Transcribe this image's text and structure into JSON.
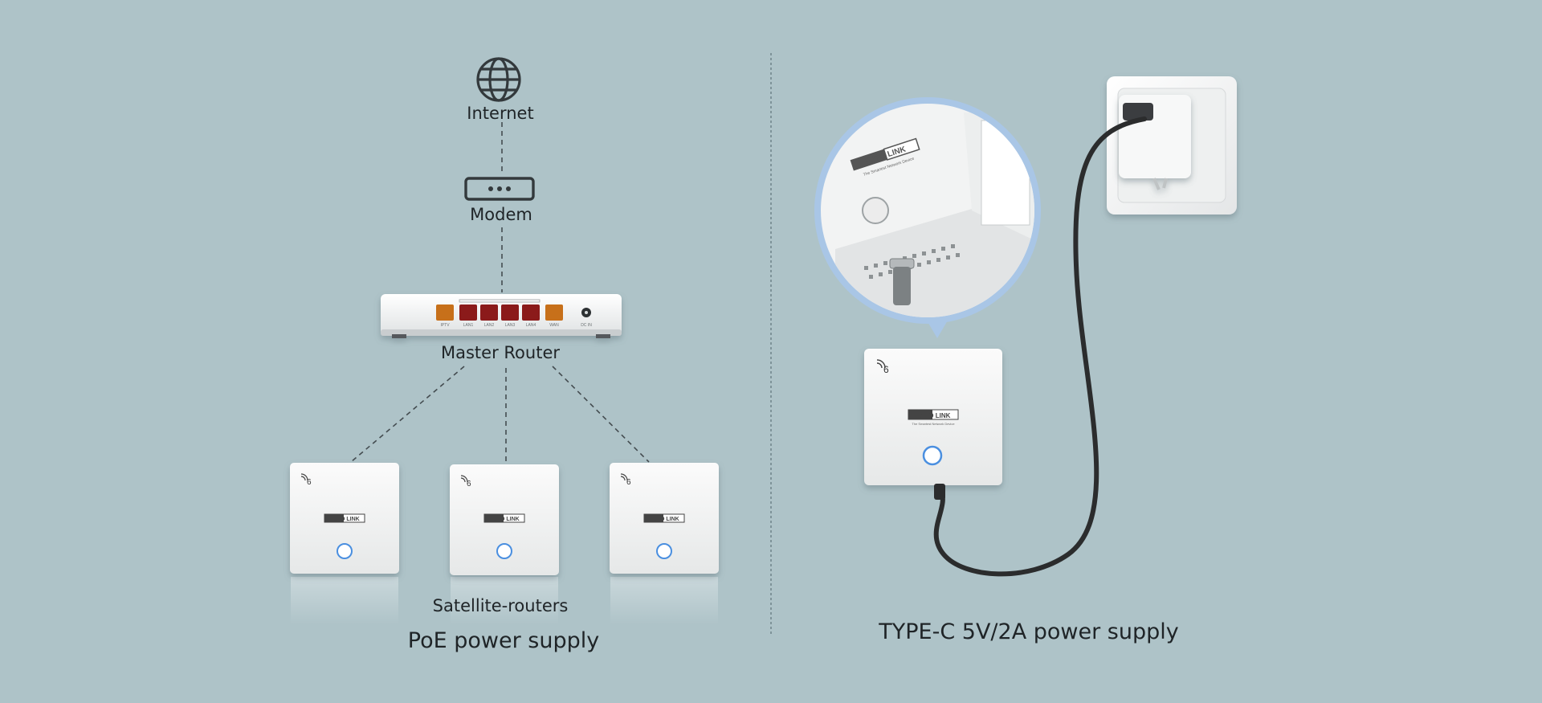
{
  "left_panel": {
    "internet_label": "Internet",
    "modem_label": "Modem",
    "master_router_label": "Master Router",
    "satellites_label": "Satellite-routers",
    "caption": "PoE power supply",
    "router_ports": [
      "IPTV",
      "LAN1",
      "LAN2",
      "LAN3",
      "LAN4",
      "WAN",
      "DC IN"
    ]
  },
  "right_panel": {
    "caption": "TYPE-C 5V/2A power supply"
  },
  "device": {
    "brand": "TOTO LINK",
    "tagline": "The Smartest Network Device",
    "wifi_badge": "6"
  },
  "colors": {
    "background": "#aec3c8",
    "device_white": "#f4f5f5",
    "led_blue": "#4a8fe0",
    "zoom_ring": "#a9c6e6",
    "port_red": "#8b1a1a",
    "port_orange": "#c7701a",
    "cable": "#2b2c2d"
  }
}
